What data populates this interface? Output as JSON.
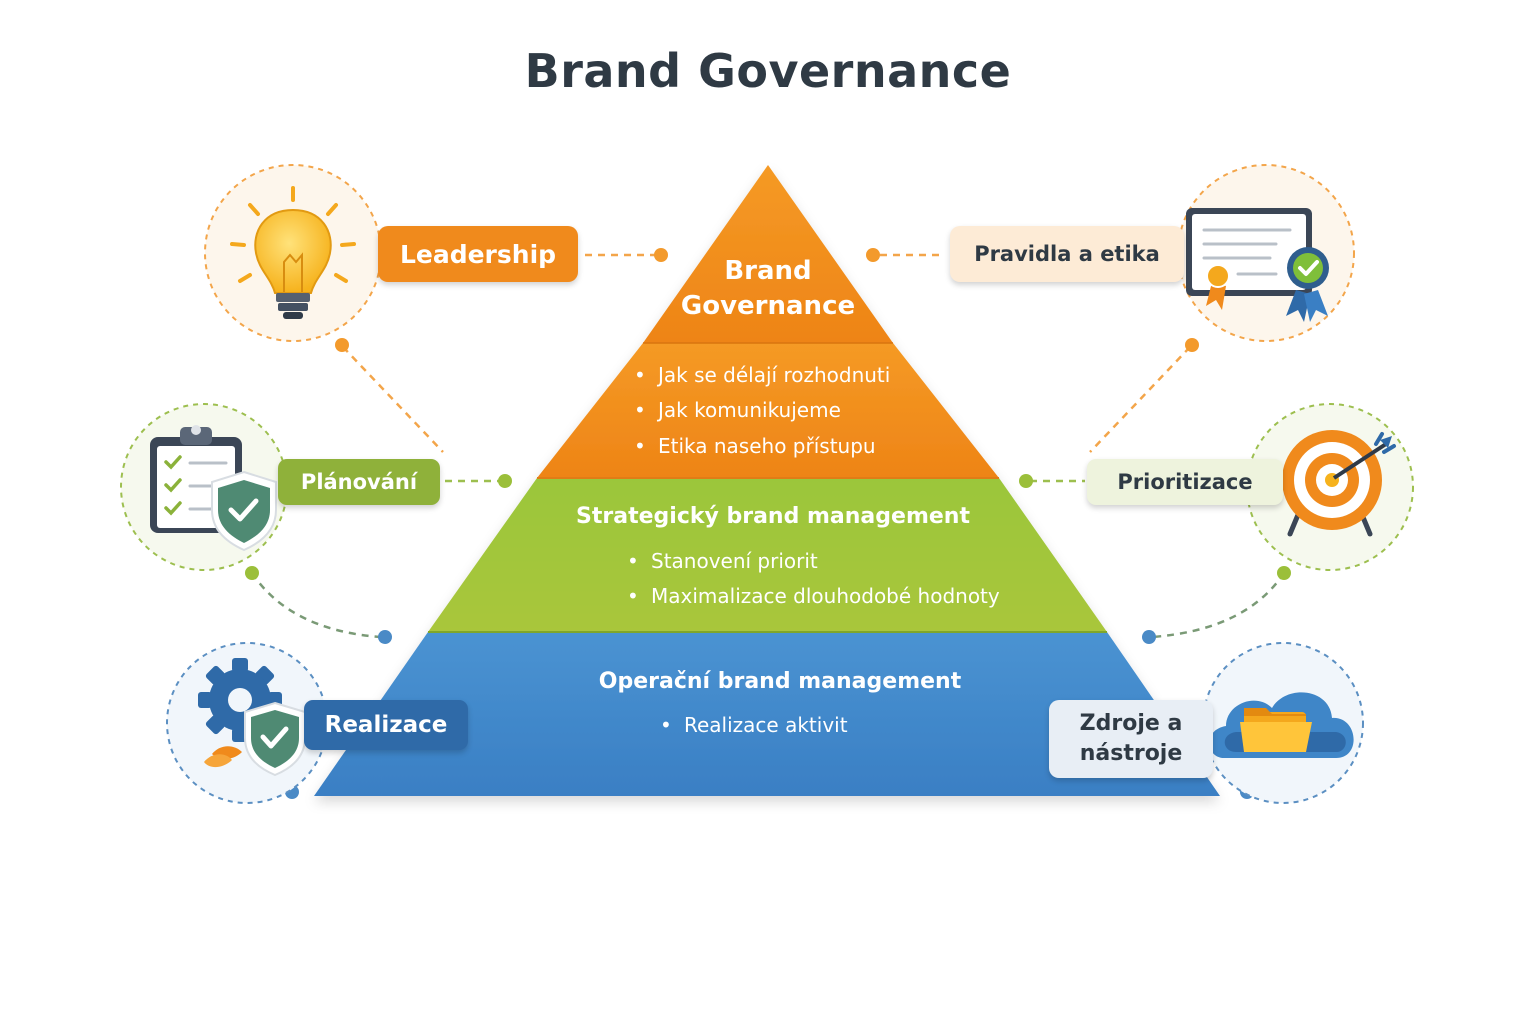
{
  "title": "Brand Governance",
  "pyramid": {
    "top_label": "Brand Governance",
    "tiers": [
      {
        "color": "#f08a1c",
        "bullets": [
          "Jak se délají rozhodnuti",
          "Jak komunikujeme",
          "Etika naseho přístupu"
        ]
      },
      {
        "color": "#8fbd2e",
        "heading": "Strategický brand management",
        "bullets": [
          "Stanovení priorit",
          "Maximalizace dlouhodobé hodnoty"
        ]
      },
      {
        "color": "#3f86c8",
        "heading": "Operační brand management",
        "bullets": [
          "Realizace aktivit"
        ]
      }
    ]
  },
  "side_labels": {
    "leadership": "Leadership",
    "planovani": "Plánování",
    "realizace": "Realizace",
    "pravidla": "Pravidla a etika",
    "prioritizace": "Prioritizace",
    "zdroje_line1": "Zdroje a",
    "zdroje_line2": "nástroje"
  },
  "icons": {
    "leadership": "lightbulb-icon",
    "planovani": "clipboard-shield-icon",
    "realizace": "gear-shield-icon",
    "pravidla": "certificate-icon",
    "prioritizace": "target-icon",
    "zdroje": "cloud-folder-icon"
  },
  "colors": {
    "orange": "#f08a1c",
    "green": "#8fbd2e",
    "blue": "#3f86c8",
    "title": "#2f3a44"
  }
}
